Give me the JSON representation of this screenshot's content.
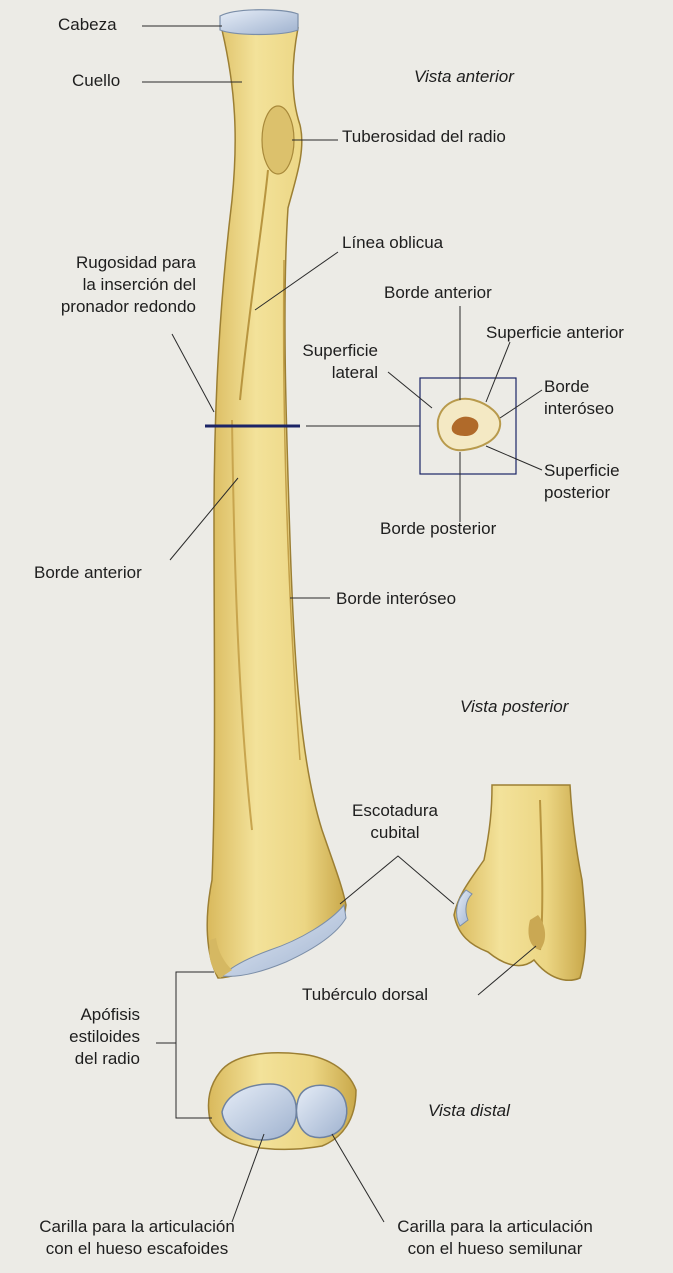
{
  "views": {
    "anterior": "Vista anterior",
    "posterior": "Vista posterior",
    "distal": "Vista distal"
  },
  "labels": {
    "cabeza": "Cabeza",
    "cuello": "Cuello",
    "tuberosidad": "Tuberosidad del radio",
    "linea_oblicua": "Línea oblicua",
    "rugosidad": [
      "Rugosidad para",
      "la inserción del",
      "pronador redondo"
    ],
    "borde_anterior_section": "Borde anterior",
    "superficie_anterior": "Superficie anterior",
    "superficie_lateral": [
      "Superficie",
      "lateral"
    ],
    "borde_interoseo_section": [
      "Borde",
      "interóseo"
    ],
    "superficie_posterior": [
      "Superficie",
      "posterior"
    ],
    "borde_posterior": "Borde posterior",
    "borde_anterior_shaft": "Borde anterior",
    "borde_interoseo_shaft": "Borde interóseo",
    "escotadura": [
      "Escotadura",
      "cubital"
    ],
    "tuberculo_dorsal": "Tubérculo dorsal",
    "apofisis": [
      "Apófisis",
      "estiloides",
      "del radio"
    ],
    "carilla_escafoides": [
      "Carilla para la articulación",
      "con el hueso escafoides"
    ],
    "carilla_semilunar": [
      "Carilla para la articulación",
      "con el hueso semilunar"
    ]
  },
  "colors": {
    "background": "#ecebe6",
    "bone": "#e9d27e",
    "bone_shadow": "#c9a84a",
    "cartilage": "#aebfd8",
    "marker_line": "#1b2466",
    "leader": "#2a2a2a"
  }
}
